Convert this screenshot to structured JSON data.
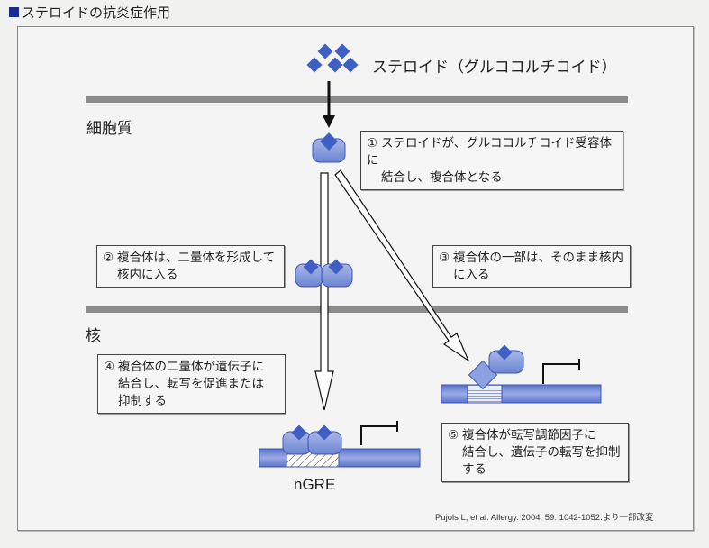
{
  "header": {
    "title": "ステロイドの抗炎症作用",
    "marker_color": "#1a2a8f"
  },
  "diagram": {
    "steroid_label": "ステロイド（グルココルチコイド）",
    "compartments": {
      "cytoplasm": "細胞質",
      "nucleus": "核"
    },
    "steps": [
      {
        "num": "①",
        "lines": [
          "ステロイドが、グルココルチコイド受容体に",
          "結合し、複合体となる"
        ]
      },
      {
        "num": "②",
        "lines": [
          "複合体は、二量体を形成して",
          "核内に入る"
        ]
      },
      {
        "num": "③",
        "lines": [
          "複合体の一部は、そのまま核内",
          "に入る"
        ]
      },
      {
        "num": "④",
        "lines": [
          "複合体の二量体が遺伝子に",
          "結合し、転写を促進または",
          "抑制する"
        ]
      },
      {
        "num": "⑤",
        "lines": [
          "複合体が転写調節因子に",
          "結合し、遺伝子の転写を抑制",
          "する"
        ]
      }
    ],
    "element_label": "nGRE",
    "citation": "Pujols L, et al: Allergy. 2004; 59: 1042-1052.より一部改変",
    "colors": {
      "membrane": "#8c8c8c",
      "molecule": "#3f5fc4",
      "receptor": "#7f95d8",
      "dna": "#7088d6"
    }
  }
}
